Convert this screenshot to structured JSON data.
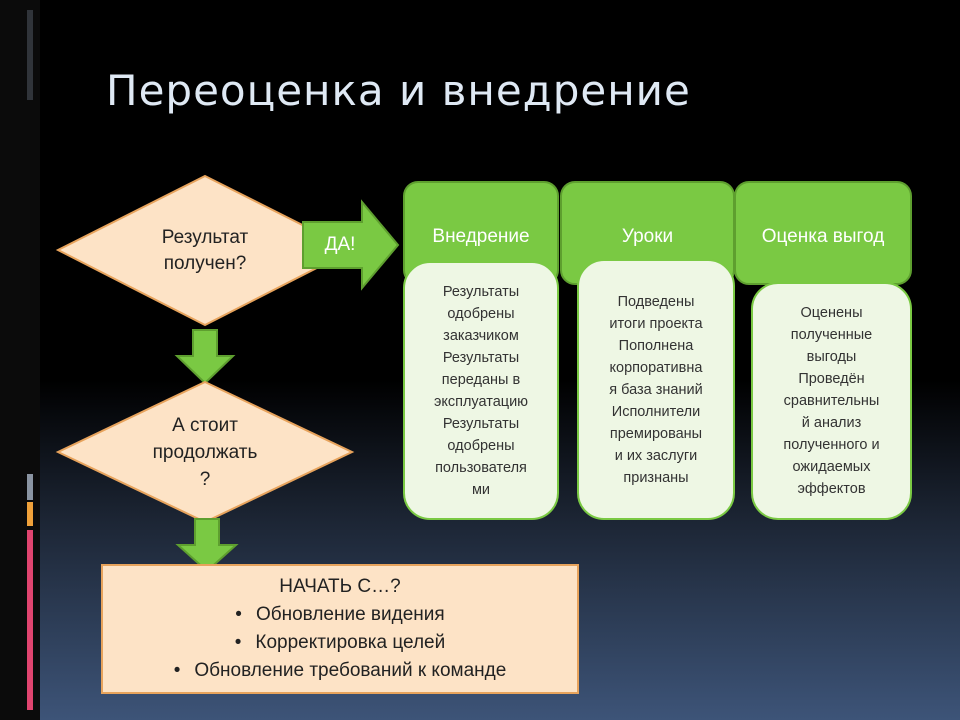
{
  "slide": {
    "title": "Переоценка и внедрение",
    "decision1": [
      "Результат",
      "получен?"
    ],
    "yes_label": "ДА!",
    "decision2": [
      "А стоит",
      "продолжать",
      "?"
    ],
    "columns": [
      {
        "header": "Внедрение",
        "lines": [
          "Результаты",
          "одобрены",
          "заказчиком",
          "Результаты",
          "переданы в",
          "эксплуатацию",
          "Результаты",
          "одобрены",
          "пользователя",
          "ми"
        ]
      },
      {
        "header": "Уроки",
        "lines": [
          "Подведены",
          "итоги проекта",
          "Пополнена",
          "корпоративна",
          "я база знаний",
          "Исполнители",
          "премированы",
          "и их заслуги",
          "признаны"
        ]
      },
      {
        "header": "Оценка выгод",
        "lines": [
          "Оценены",
          "полученные",
          "выгоды",
          "Проведён",
          "сравнительны",
          "й анализ",
          "полученного и",
          "ожидаемых",
          "эффектов"
        ]
      }
    ],
    "restart": {
      "heading": "НАЧАТЬ С…?",
      "items": [
        "Обновление видения",
        "Корректировка целей",
        "Обновление требований к команде"
      ]
    },
    "colors": {
      "green": "#7ac943",
      "green_border": "#5e9f2f",
      "card_fill": "#eef7e4",
      "peach": "#fde3c6",
      "peach_border": "#e7a35c"
    }
  }
}
